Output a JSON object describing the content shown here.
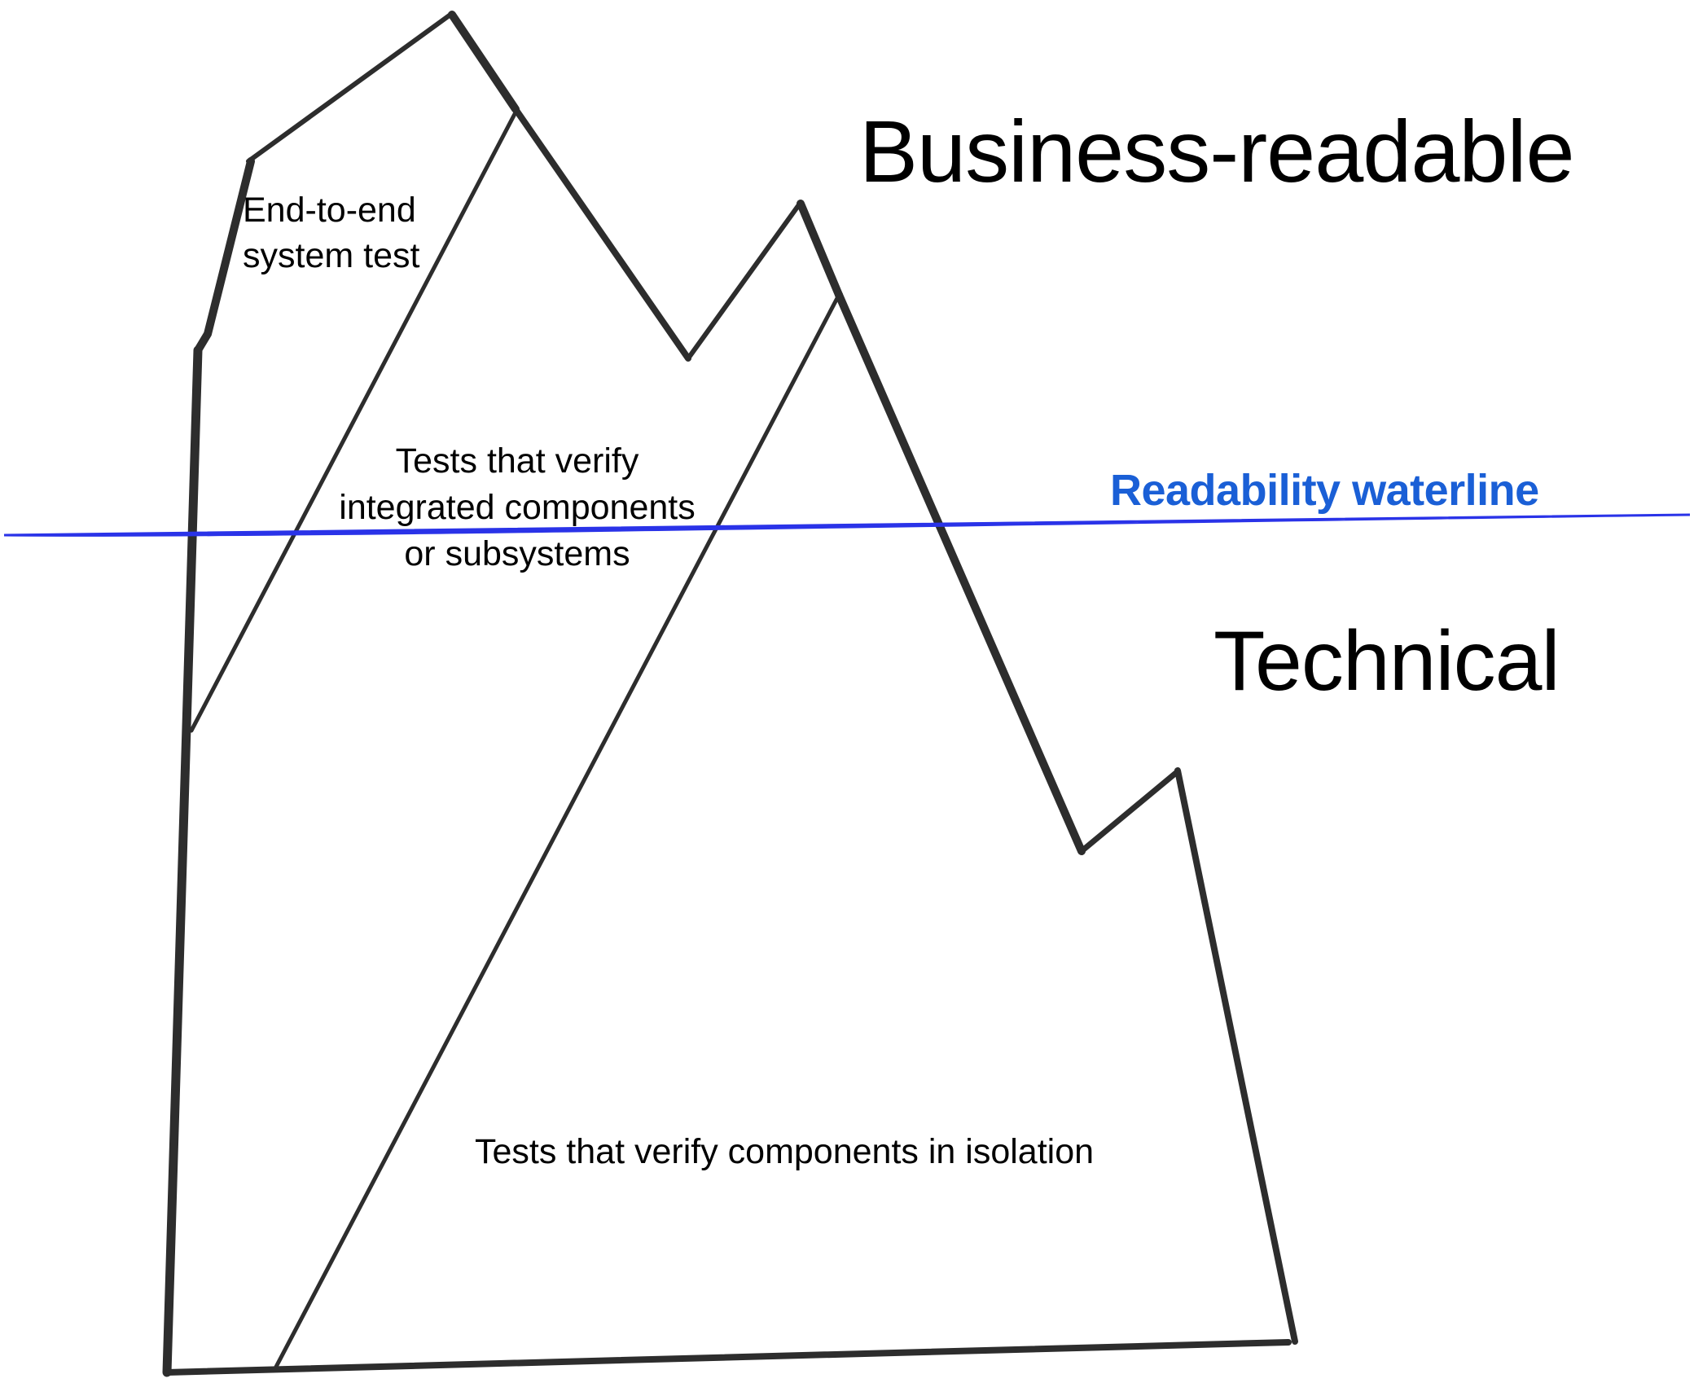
{
  "diagram": {
    "title": "Test iceberg",
    "headings": {
      "top": "Business-readable",
      "bottom": "Technical"
    },
    "waterline": {
      "label": "Readability waterline",
      "color": "#2a33e8",
      "label_color": "#1a5fd6"
    },
    "layers": [
      {
        "id": "end-to-end",
        "lines": [
          "End-to-end",
          "system test"
        ]
      },
      {
        "id": "integrated",
        "lines": [
          "Tests that verify",
          "integrated components",
          "or subsystems"
        ]
      },
      {
        "id": "isolation",
        "lines": [
          "Tests that verify components in isolation"
        ]
      }
    ],
    "colors": {
      "outline": "#2d2d2d",
      "text": "#000000",
      "background": "#ffffff"
    }
  }
}
